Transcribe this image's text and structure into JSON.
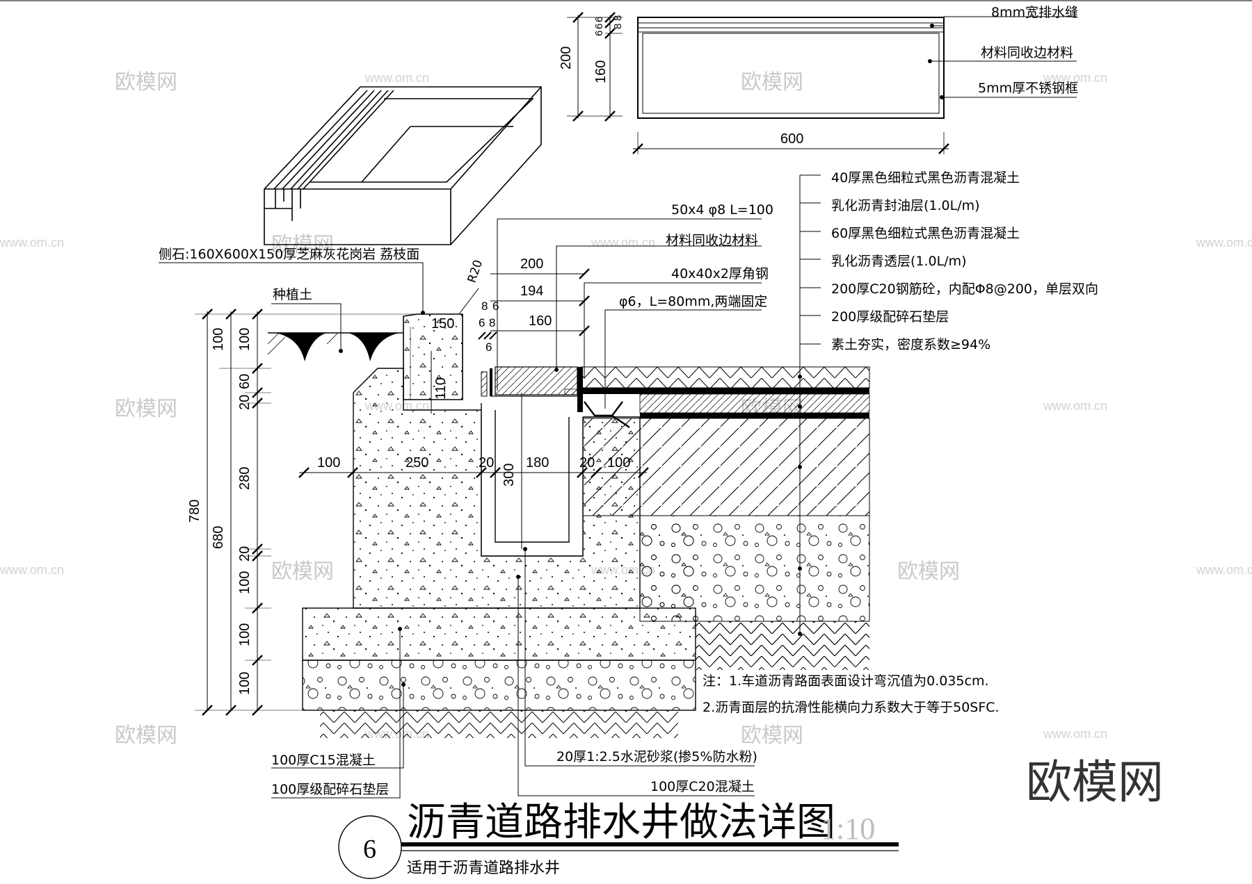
{
  "title": "沥青道路排水井做法详图",
  "scale": "1:10",
  "detail_number": "6",
  "subtitle": "适用于沥青道路排水井",
  "watermark": {
    "text": "欧模网",
    "url": "www.om.cn",
    "corner_logo": "欧模网"
  },
  "cover_detail": {
    "labels": [
      "8mm宽排水缝",
      "材料同收边材料",
      "5mm厚不锈钢框"
    ],
    "dims": {
      "total": "200",
      "inner": "160",
      "width": "600",
      "small_a": "6",
      "small_b": "6",
      "small_c": "6",
      "small_d": "8",
      "small_e": "8"
    }
  },
  "section": {
    "left_labels": {
      "curb": "侧石:160X600X150厚芝麻灰花岗岩 荔枝面",
      "soil": "种植土",
      "c15": "100厚C15混凝土",
      "gravel": "100厚级配碎石垫层"
    },
    "top_labels": {
      "bar": "50x4 φ8 L=100",
      "same_material": "材料同收边材料",
      "angle": "40x40x2厚角钢",
      "rod": "φ6，L=80mm,两端固定",
      "radius": "R20"
    },
    "bottom_labels": {
      "mortar": "20厚1:2.5水泥砂浆(掺5%防水粉)",
      "c20": "100厚C20混凝土"
    },
    "layers": [
      "40厚黑色细粒式黑色沥青混凝土",
      "乳化沥青封油层(1.0L/m)",
      "60厚黑色细粒式黑色沥青混凝土",
      "乳化沥青透层(1.0L/m)",
      "200厚C20钢筋砼，内配Φ8@200，单层双向",
      "200厚级配碎石垫层",
      "素土夯实，密度系数≥94%"
    ],
    "notes": [
      "注：1.车道沥青路面表面设计弯沉值为0.035cm.",
      "2.沥青面层的抗滑性能横向力系数大于等于50SFC."
    ],
    "dims": {
      "v_total": "780",
      "v_680": "680",
      "v_100a": "100",
      "v_100b": "100",
      "v_60": "60",
      "v_20a": "20",
      "v_280": "280",
      "v_20b": "20",
      "v_100c": "100",
      "v_100d": "100",
      "v_100e": "100",
      "h_100a": "100",
      "h_250": "250",
      "h_20a": "20",
      "h_180": "180",
      "h_20b": "20",
      "h_100b": "100",
      "h_150": "150",
      "v_110": "110",
      "v_300": "300",
      "t_200": "200",
      "t_194": "194",
      "t_160": "160",
      "t_8": "8",
      "t_6a": "6",
      "t_6b": "6",
      "t_8b": "8",
      "t_6c": "6"
    }
  }
}
